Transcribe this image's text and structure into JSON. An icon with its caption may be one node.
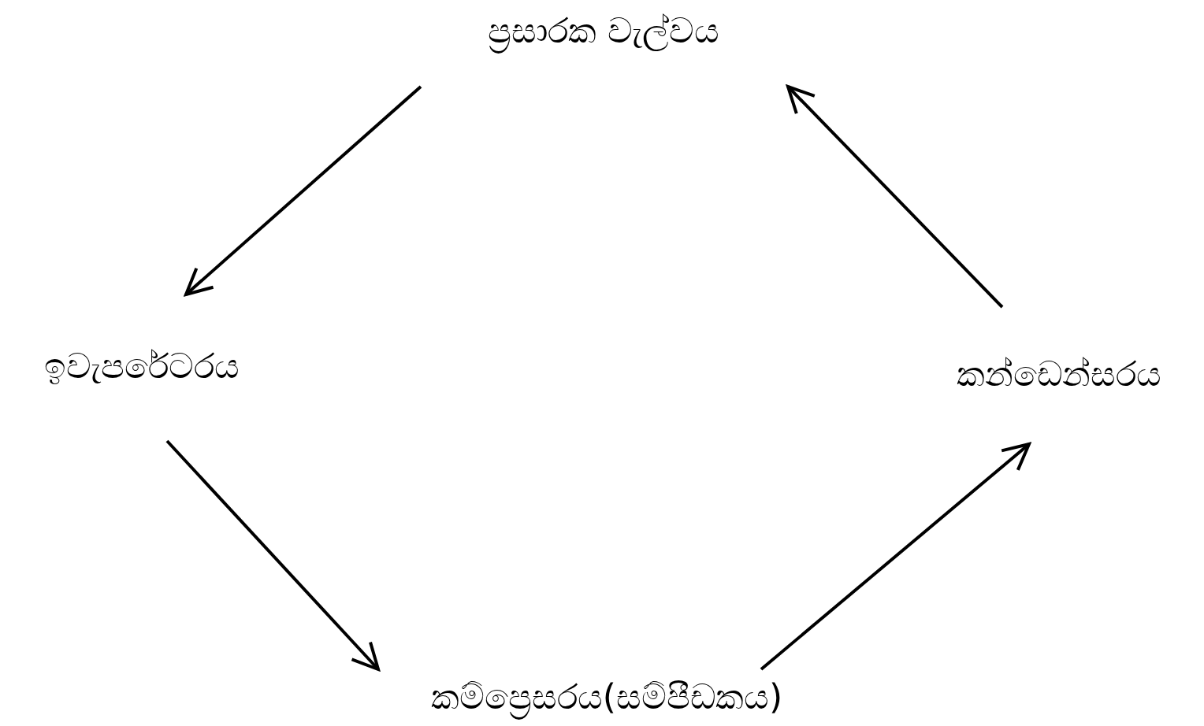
{
  "diagram": {
    "nodes": [
      {
        "text": [
          "ප්‍රසාරක වැල්වය"
        ]
      },
      {
        "text": [
          "ඉවැපරේටරය"
        ]
      },
      {
        "text": [
          "කම්ප්‍රෙසරය(සම්පීඩකය)"
        ]
      },
      {
        "text": [
          "කන්ඩෙන්සරය"
        ]
      }
    ],
    "edges": [
      {
        "from": 0,
        "to": 1,
        "arrow": "to"
      },
      {
        "from": 1,
        "to": 2,
        "arrow": "to"
      },
      {
        "from": 2,
        "to": 3,
        "arrow": "to"
      },
      {
        "from": 3,
        "to": 0,
        "arrow": "to"
      }
    ]
  }
}
